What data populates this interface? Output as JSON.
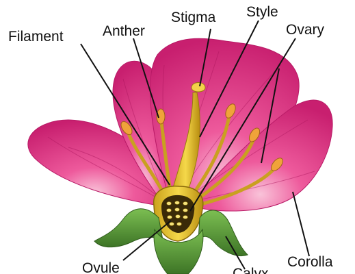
{
  "diagram": {
    "labels": {
      "filament": "Filament",
      "anther": "Anther",
      "stigma": "Stigma",
      "style": "Style",
      "ovary": "Ovary",
      "ovule": "Ovule",
      "calyx": "Calyx",
      "corolla": "Corolla"
    }
  },
  "colors": {
    "petal": "#e8358a",
    "petal_dark": "#b81a66",
    "petal_light": "#f7a3c6",
    "pistil": "#e9c42a",
    "sepal": "#5e9a3a",
    "leader_line": "#111111"
  }
}
